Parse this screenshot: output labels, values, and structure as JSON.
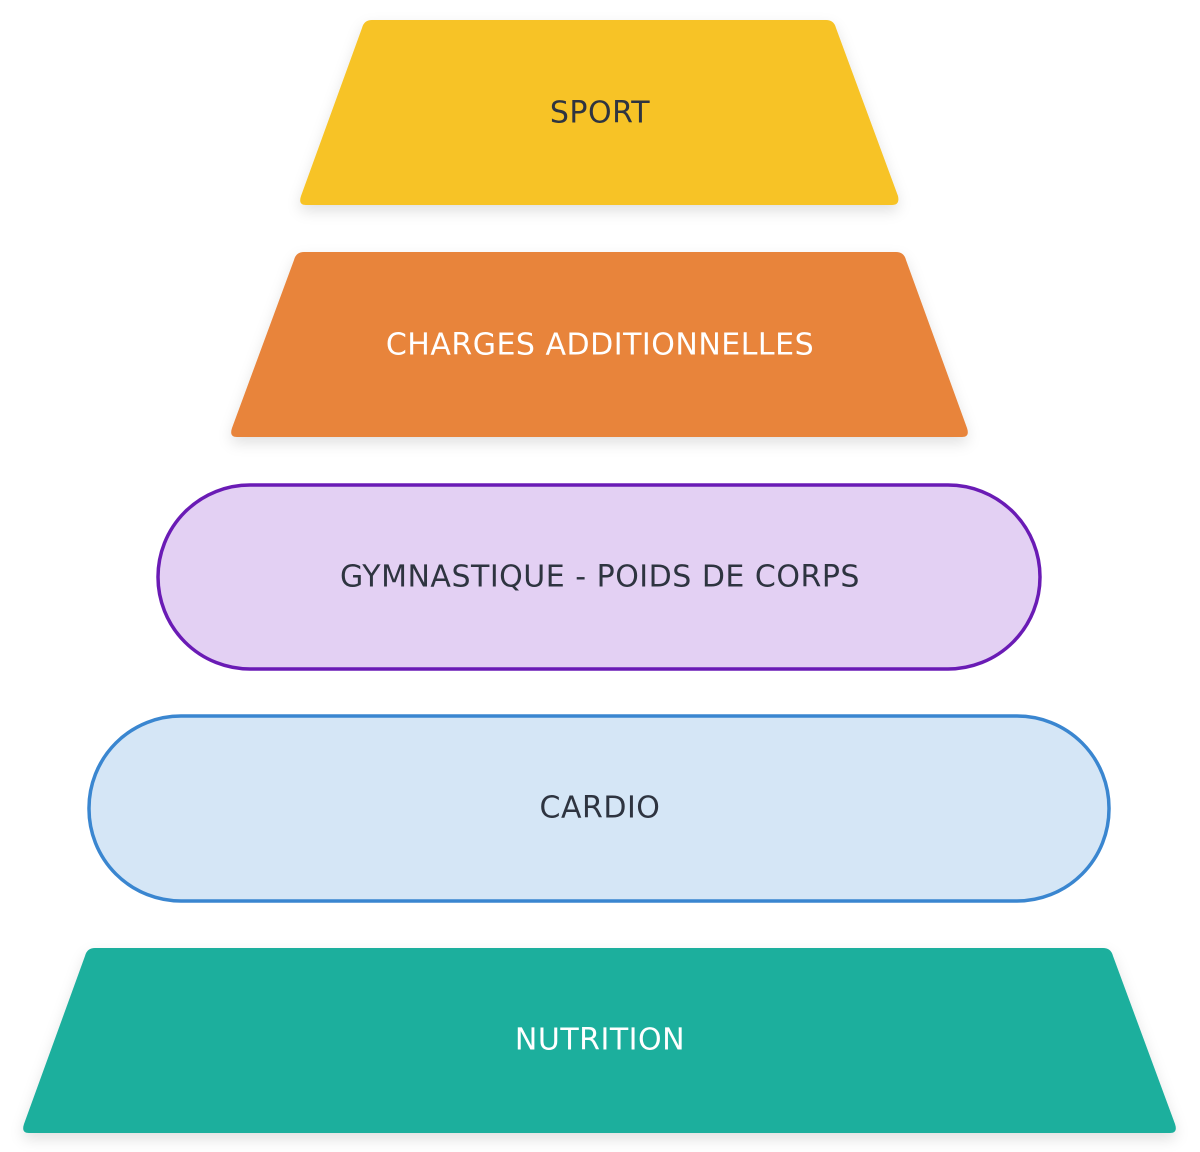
{
  "pyramid": {
    "tiers": [
      {
        "label": "SPORT",
        "shape": "trapezoid",
        "fill": "#F7C325",
        "stroke": "none",
        "text_color": "#2E3440"
      },
      {
        "label": "CHARGES ADDITIONNELLES",
        "shape": "trapezoid",
        "fill": "#E8843A",
        "stroke": "none",
        "text_color": "#FFFFFF"
      },
      {
        "label": "GYMNASTIQUE - POIDS DE CORPS",
        "shape": "pill",
        "fill": "#E3D0F3",
        "stroke": "#6A1BB5",
        "text_color": "#2E3440"
      },
      {
        "label": "CARDIO",
        "shape": "pill",
        "fill": "#D5E6F6",
        "stroke": "#3A86D0",
        "text_color": "#2E3440"
      },
      {
        "label": "NUTRITION",
        "shape": "trapezoid",
        "fill": "#1BAF9D",
        "stroke": "none",
        "text_color": "#FFFFFF"
      }
    ]
  }
}
